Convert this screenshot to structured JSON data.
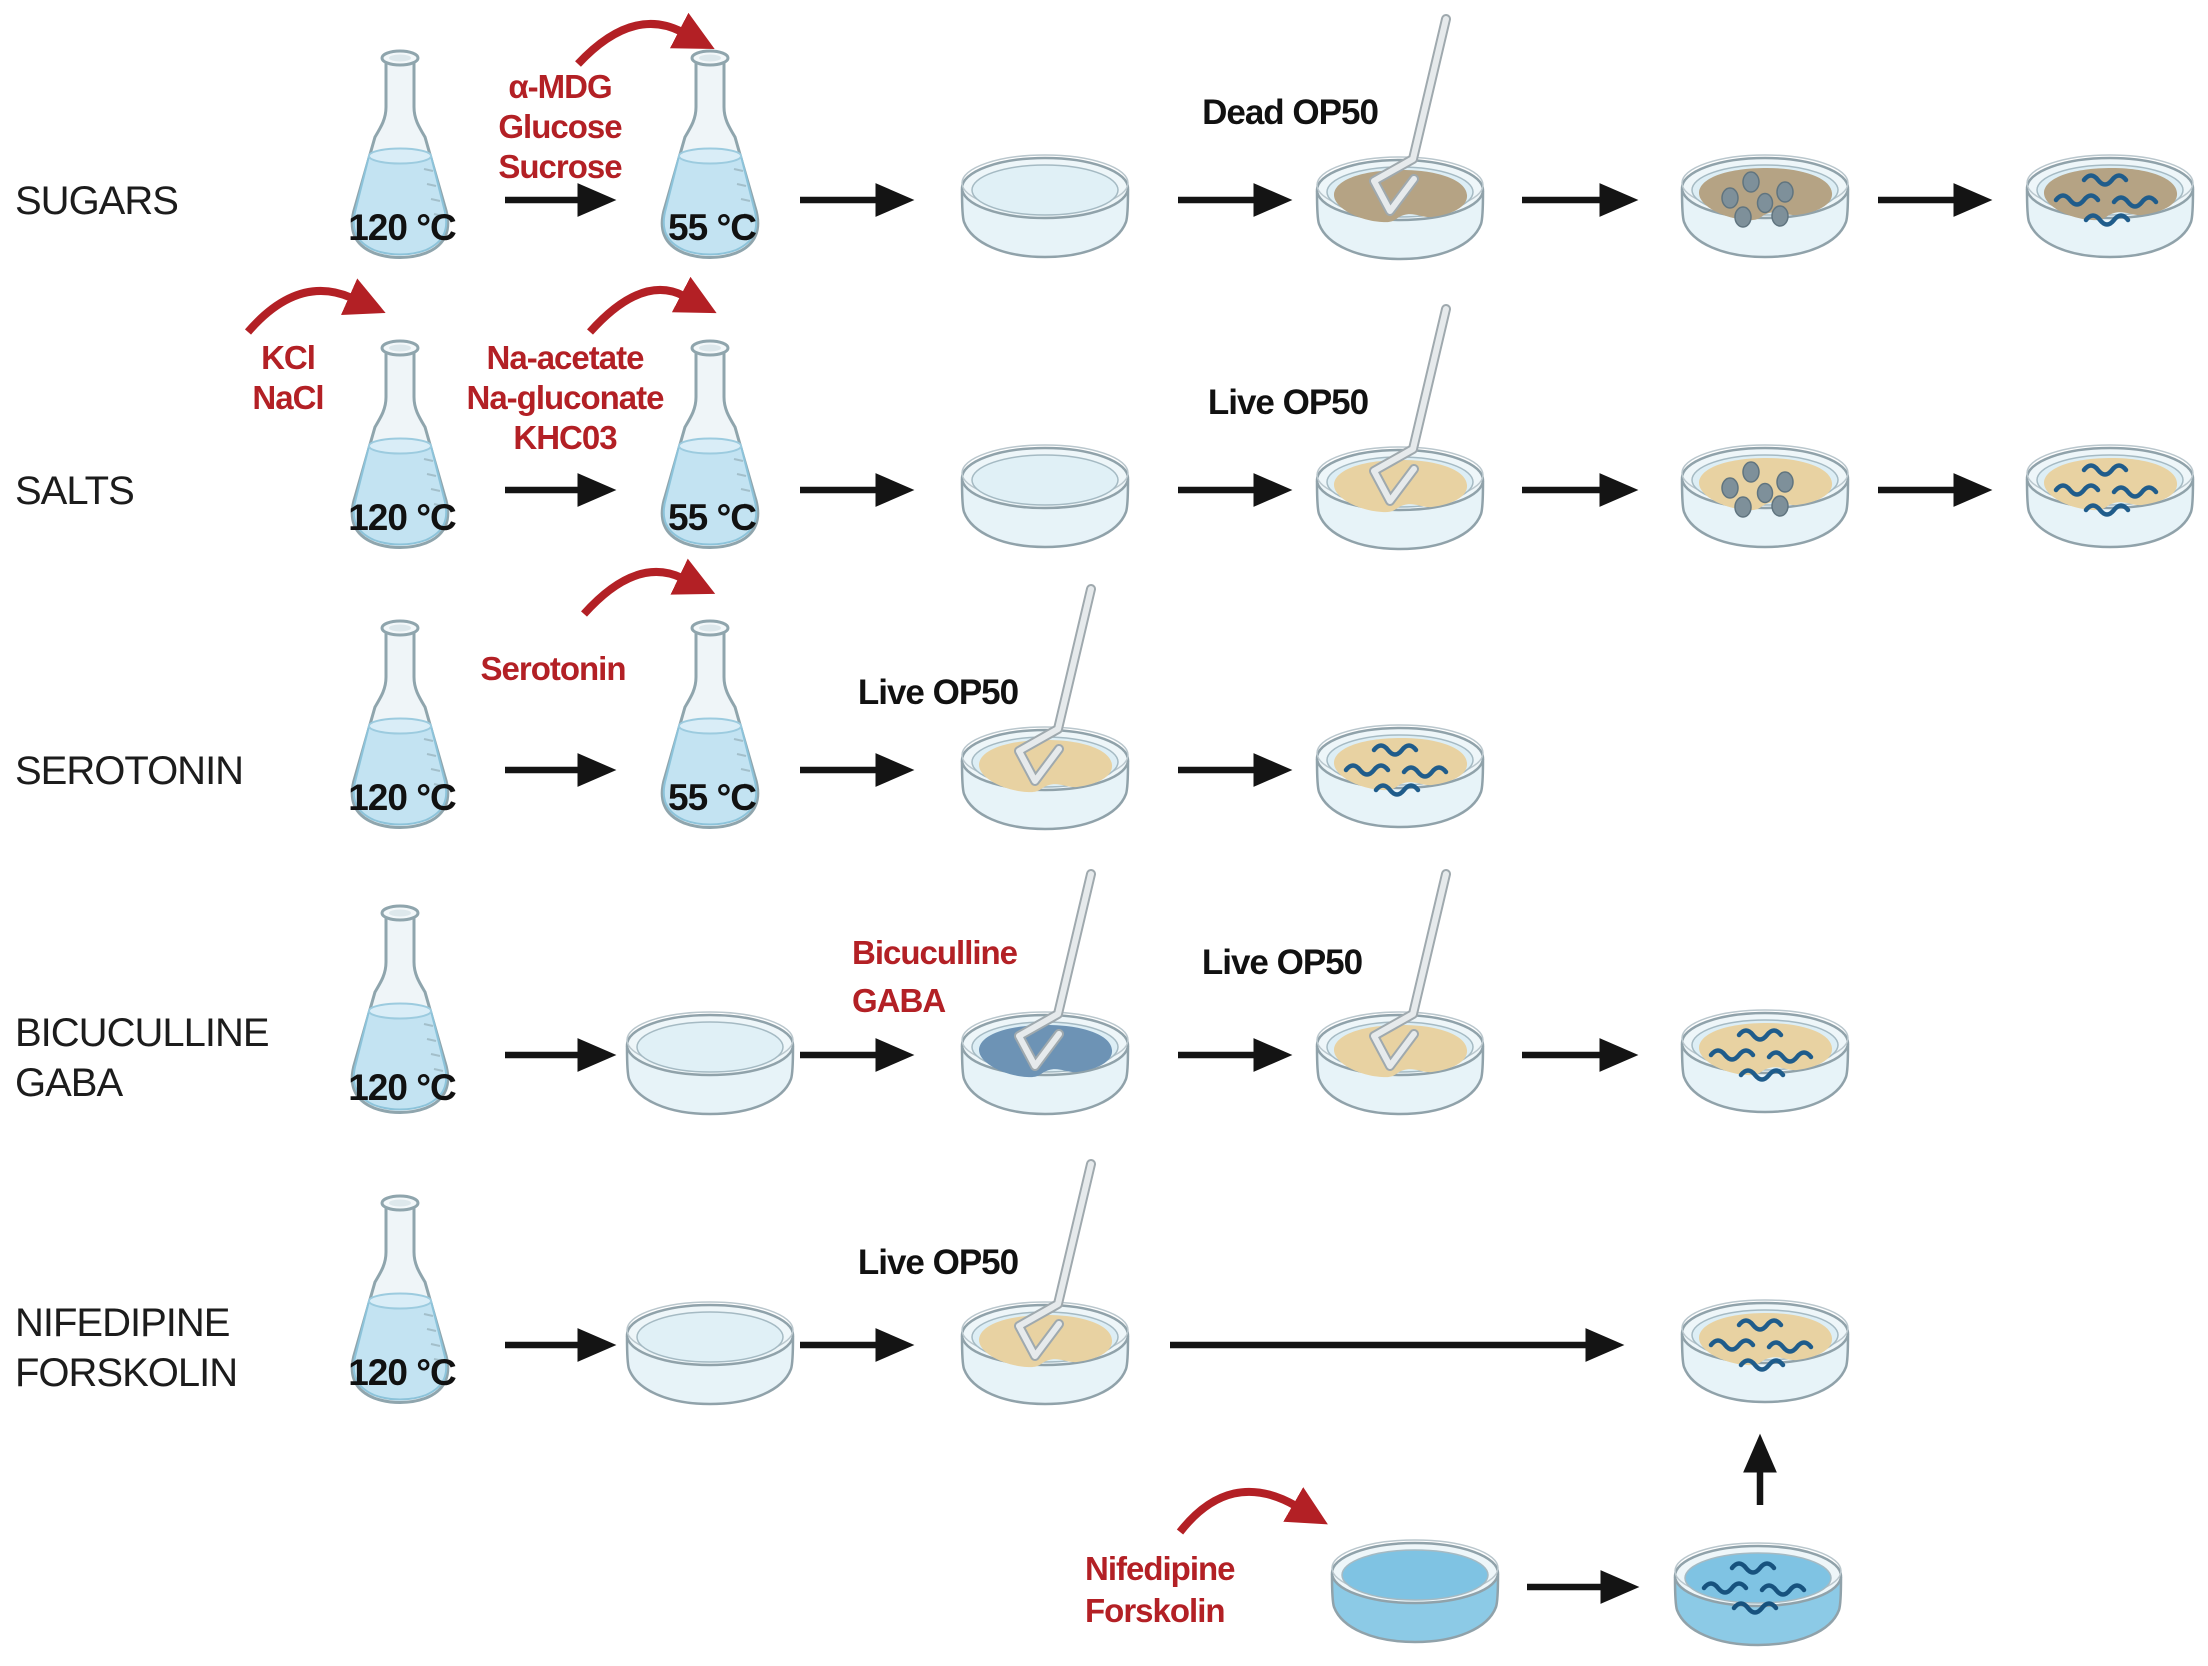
{
  "figure": {
    "type": "experimental-protocol-diagram",
    "colors": {
      "accent_red": "#b32025",
      "text_black": "#1c1c1c",
      "flask_liquid": "#c3e3f2",
      "dish_base": "#e7f3f8",
      "lawn_tan": "#e8d2a2",
      "lawn_brown": "#b5a384",
      "lawn_slate_blue": "#6d93b5",
      "dish_liquid_blue": "#7fc3e3",
      "worm_blue": "#1f5c8b",
      "egg_gray": "#7e909a"
    }
  },
  "rows": [
    {
      "label": "SUGARS",
      "flask1_temp": "120 °C",
      "flask2_temp": "55 °C",
      "additives": [
        "α-MDG",
        "Glucose",
        "Sucrose"
      ],
      "food_label": "Dead OP50"
    },
    {
      "label": "SALTS",
      "flask1_temp": "120 °C",
      "flask2_temp": "55 °C",
      "flask1_additives": [
        "KCl",
        "NaCl"
      ],
      "flask2_additives": [
        "Na-acetate",
        "Na-gluconate",
        "KHC03"
      ],
      "food_label": "Live OP50"
    },
    {
      "label": "SEROTONIN",
      "flask1_temp": "120 °C",
      "flask2_temp": "55 °C",
      "additives": [
        "Serotonin"
      ],
      "food_label": "Live OP50"
    },
    {
      "label": [
        "BICUCULLINE",
        "GABA"
      ],
      "flask1_temp": "120 °C",
      "plate_additives": [
        "Bicuculline",
        "GABA"
      ],
      "food_label": "Live OP50"
    },
    {
      "label": [
        "NIFEDIPINE",
        "FORSKOLIN"
      ],
      "flask1_temp": "120 °C",
      "food_label": "Live OP50",
      "plate_additives": [
        "Nifedipine",
        "Forskolin"
      ]
    }
  ]
}
